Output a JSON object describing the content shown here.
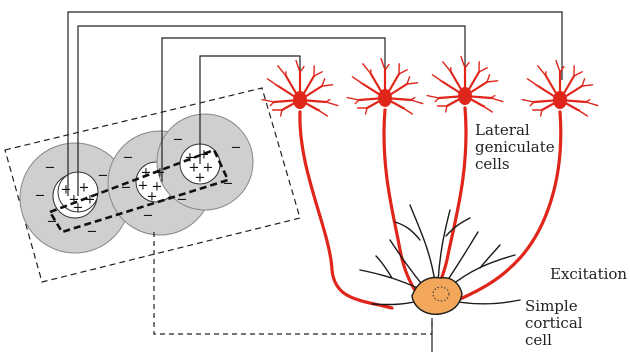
{
  "labels": {
    "lgn_line1": "Lateral",
    "lgn_line2": "geniculate",
    "lgn_line3": "cells",
    "excitation": "Excitation",
    "cortical_line1": "Simple",
    "cortical_line2": "cortical",
    "cortical_line3": "cell"
  },
  "receptive_fields": [
    {
      "center_sign": "+",
      "surround_sign": "−"
    },
    {
      "center_sign": "+",
      "surround_sign": "−"
    },
    {
      "center_sign": "+",
      "surround_sign": "−"
    },
    {
      "center_sign": "+",
      "surround_sign": "−"
    }
  ],
  "colors": {
    "lgn_neuron": "#e0261b",
    "cortical_soma": "#f2a75a",
    "cortical_outline": "#1a1a1a",
    "field_surround": "#cfcfcf",
    "field_center": "#ffffff",
    "wire": "#222222"
  }
}
